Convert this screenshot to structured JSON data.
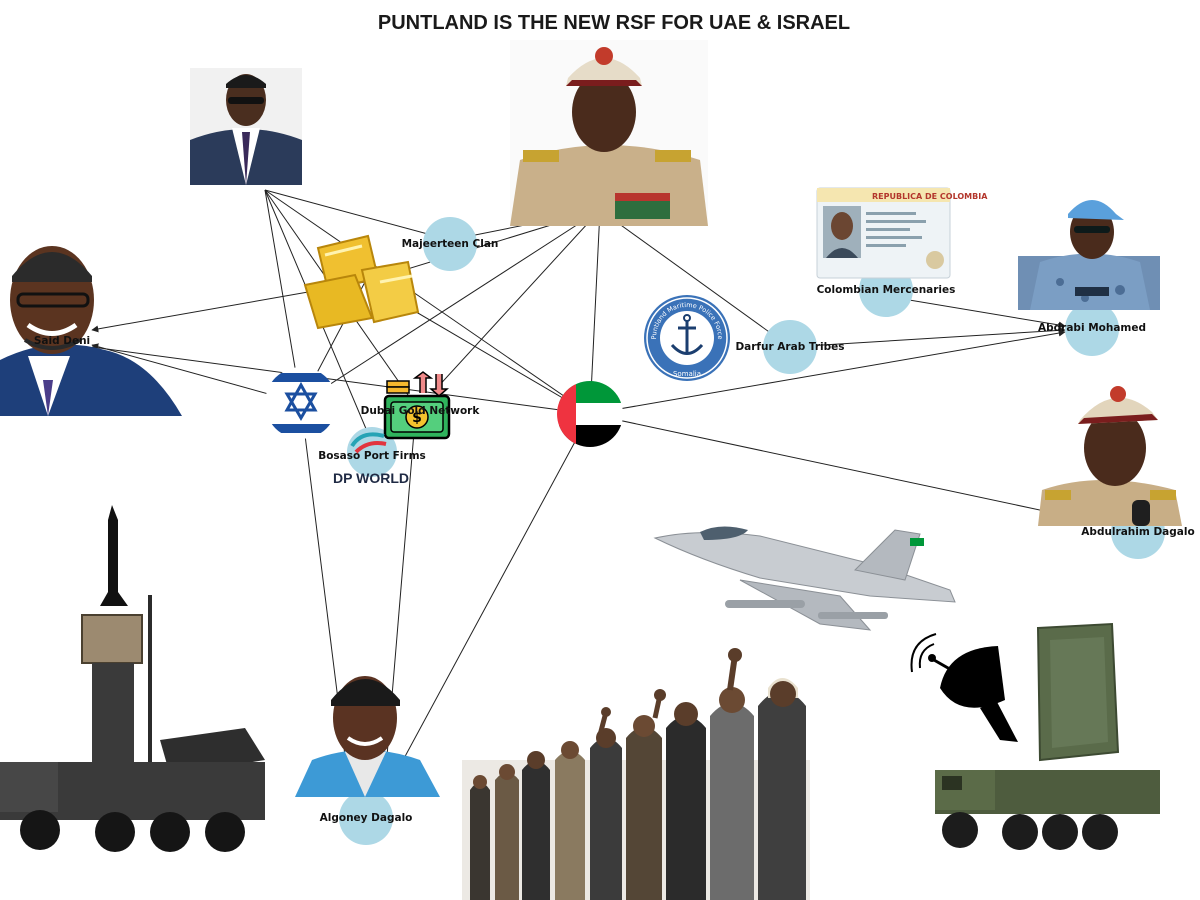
{
  "title": "PUNTLAND IS THE NEW RSF FOR UAE & ISRAEL",
  "nodes": {
    "majeerteen_clan": "Majeerteen Clan",
    "said_deni": "Said Deni",
    "dubai_network": "Dubai Gold Network",
    "bosaso_port": "Bosaso Port Firms",
    "darfur_tribes": "Darfur Arab Tribes",
    "colombian_mercs": "Colombian Mercenaries",
    "abdrabi": "Abdrabi Mohamed",
    "abdulrahim": "Abdulrahim Dagalo",
    "algoney": "Algoney Dagalo"
  },
  "logos": {
    "dp_world": "DP WORLD",
    "pmpf_ring": "Puntland Maritime Police Force",
    "pmpf_bottom": "Somalia"
  },
  "colors": {
    "node": "#add8e6",
    "edge": "#222222",
    "gold": "#e8b923",
    "uae_red": "#ef3340",
    "uae_green": "#009739",
    "israel_blue": "#1b4fa0",
    "pmpf_blue": "#3a72b8"
  }
}
